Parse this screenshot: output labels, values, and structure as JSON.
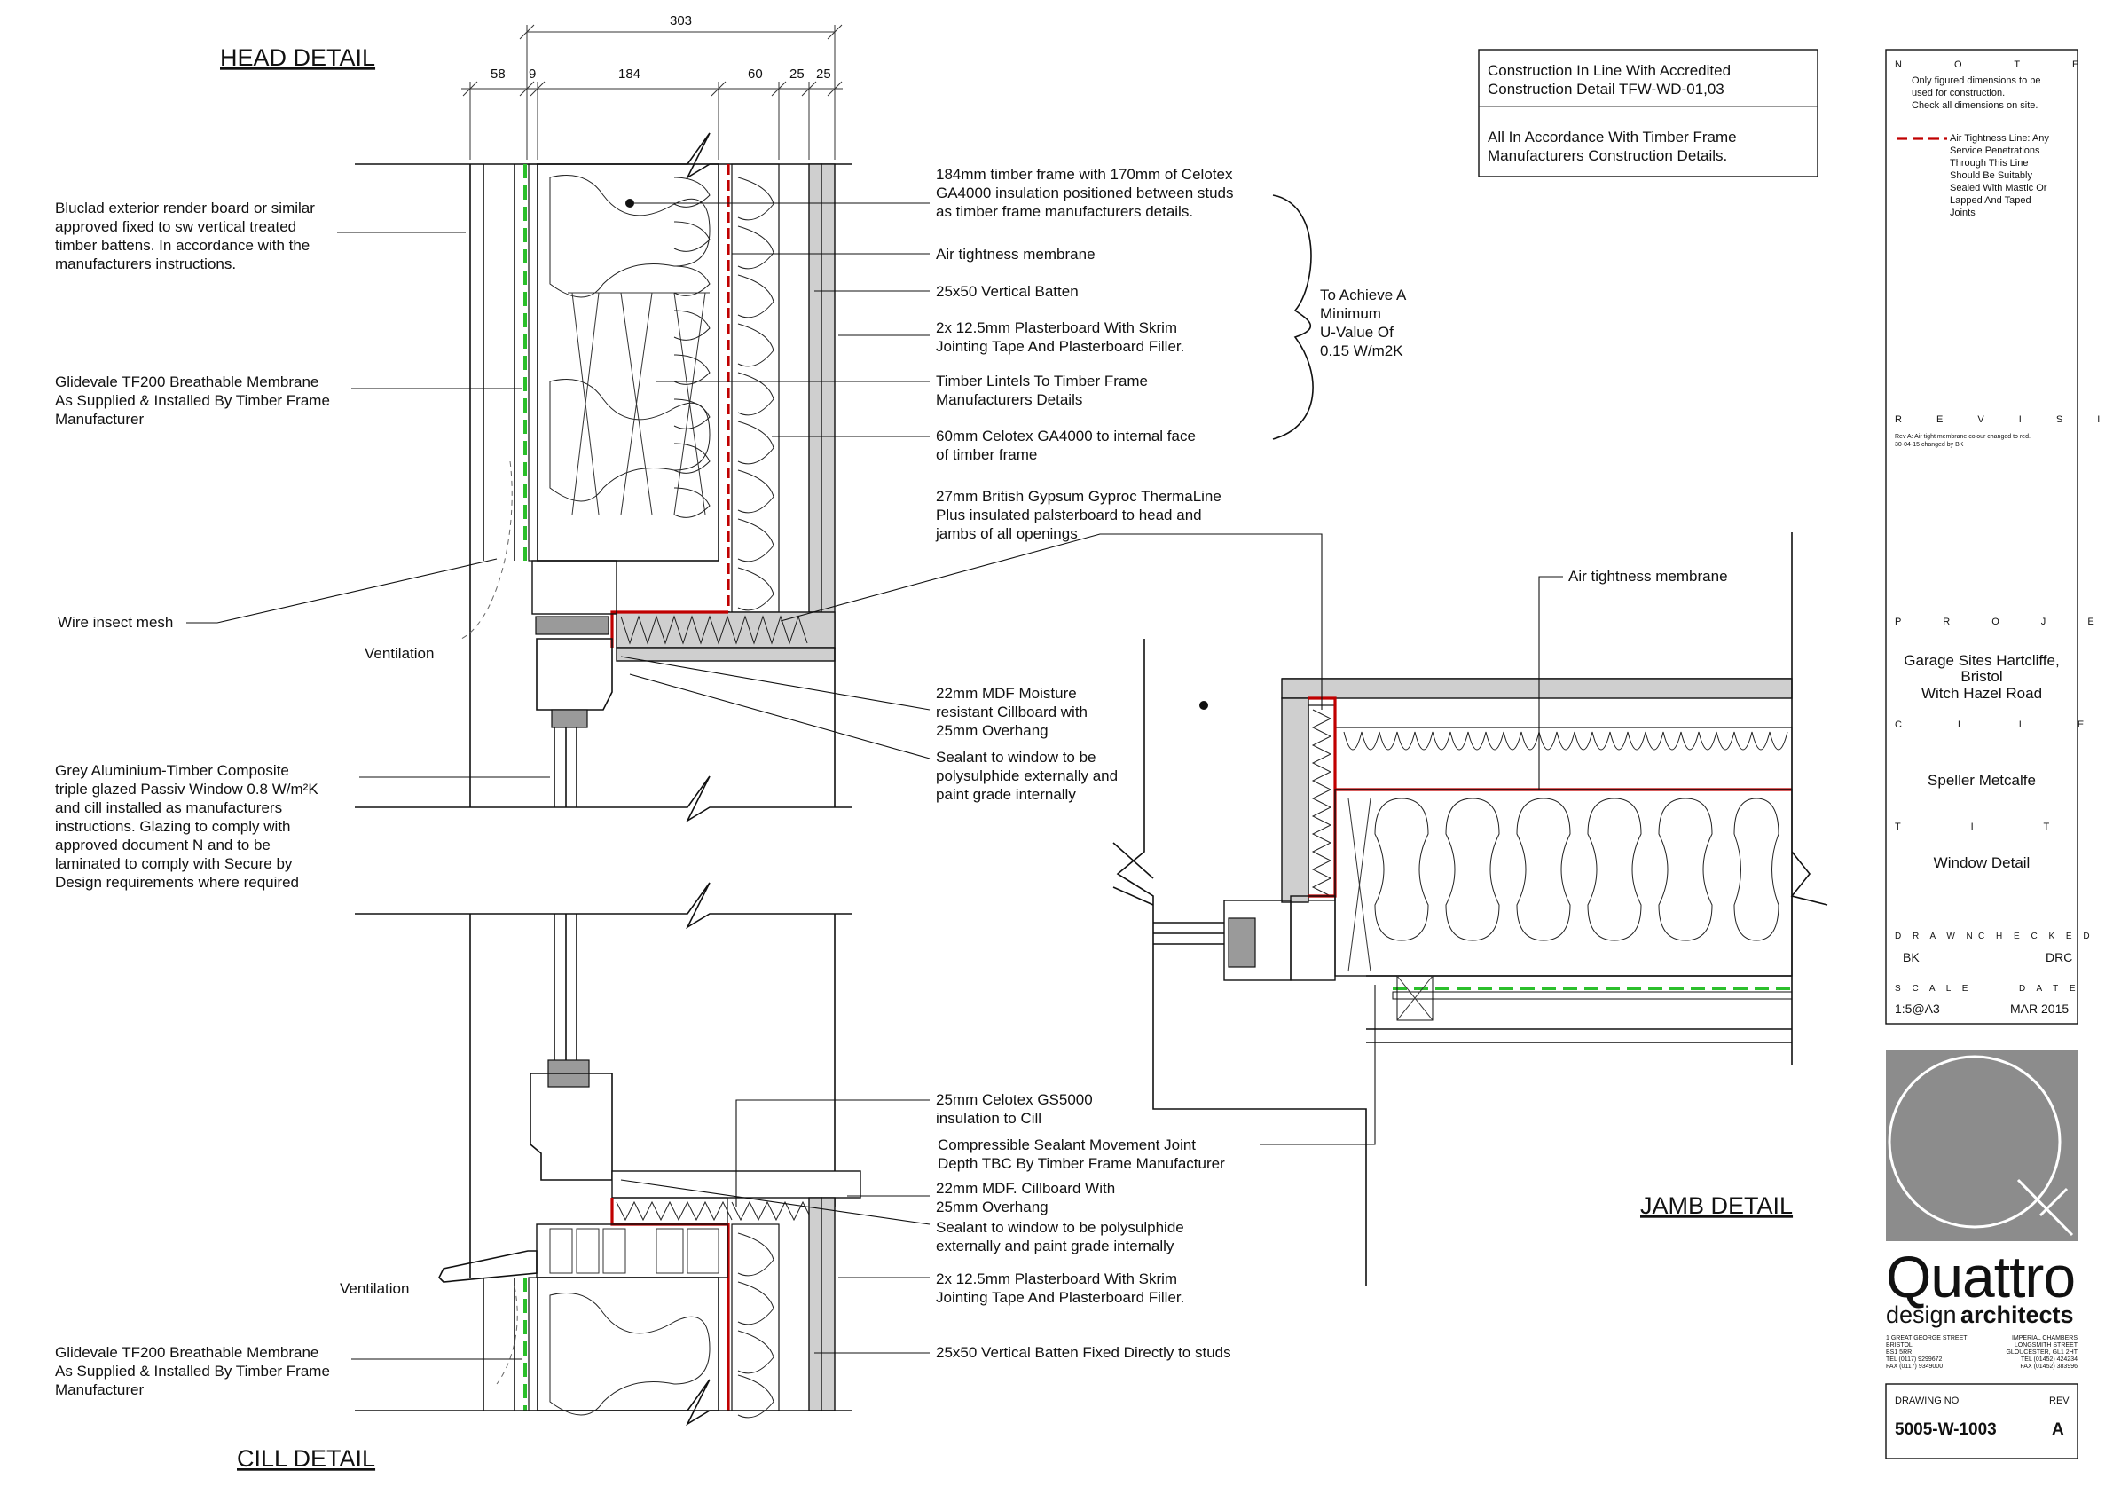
{
  "titles": {
    "head": "HEAD DETAIL",
    "cill": "CILL DETAIL",
    "jamb": "JAMB DETAIL"
  },
  "dimensions": {
    "overall": "303",
    "segments": [
      "58",
      "9",
      "184",
      "60",
      "25",
      "25"
    ]
  },
  "head_labels": {
    "bluclad": [
      "Bluclad exterior render board or similar",
      "approved fixed to sw vertical treated",
      "timber battens. In accordance with the",
      "manufacturers instructions."
    ],
    "glidevale": [
      "Glidevale TF200 Breathable Membrane",
      "As Supplied & Installed By Timber Frame",
      "Manufacturer"
    ],
    "wire_mesh": "Wire insect mesh",
    "ventilation": "Ventilation",
    "window": [
      "Grey Aluminium-Timber Composite",
      "triple glazed Passiv Window 0.8 W/m²K",
      "and cill installed as manufacturers",
      "instructions. Glazing to comply with",
      "approved document N and to be",
      "laminated to comply with Secure by",
      "Design requirements where required"
    ],
    "timber_frame": [
      "184mm timber frame with 170mm of Celotex",
      "GA4000 insulation positioned between studs",
      "as timber frame manufacturers details."
    ],
    "air_tightness": "Air tightness membrane",
    "batten": "25x50 Vertical Batten",
    "plasterboard": [
      "2x  12.5mm  Plasterboard  With  Skrim",
      "Jointing Tape And Plasterboard Filler."
    ],
    "lintels": [
      "Timber Lintels To Timber Frame",
      "Manufacturers Details"
    ],
    "celotex60": [
      "60mm  Celotex  GA4000  to  internal  face",
      "of timber frame"
    ],
    "gyproc": [
      "27mm British Gypsum Gyproc ThermaLine",
      "Plus insulated palsterboard to head and",
      "jambs of all openings"
    ],
    "mdf": [
      "22mm MDF Moisture",
      "resistant Cillboard with",
      "25mm Overhang"
    ],
    "sealant": [
      "Sealant to window to be",
      "polysulphide externally and",
      "paint grade internally"
    ],
    "u_value": [
      "To Achieve A",
      "Minimum",
      "U-Value    Of",
      "0.15 W/m2K"
    ]
  },
  "cill_labels": {
    "ventilation": "Ventilation",
    "glidevale": [
      "Glidevale TF200 Breathable Membrane",
      "As Supplied & Installed By Timber Frame",
      "Manufacturer"
    ],
    "celotex": [
      "25mm Celotex GS5000",
      "insulation to Cill"
    ],
    "compressible": [
      "Compressible Sealant  Movement Joint",
      "Depth TBC By Timber Frame Manufacturer"
    ],
    "mdf": [
      "22mm MDF. Cillboard With",
      "25mm Overhang"
    ],
    "sealant": [
      "Sealant to window to be polysulphide",
      "externally and paint grade internally"
    ],
    "plasterboard": [
      "2x  12.5mm  Plasterboard  With  Skrim",
      "Jointing Tape And Plasterboard Filler."
    ],
    "batten": "25x50 Vertical Batten Fixed Directly to studs"
  },
  "jamb_labels": {
    "air_tightness": "Air tightness membrane"
  },
  "construction_box": {
    "line1": [
      "Construction In Line With Accredited",
      "Construction Detail TFW-WD-01,03"
    ],
    "line2": [
      "All  In  Accordance  With  Timber  Frame",
      "Manufacturers Construction Details."
    ]
  },
  "title_block": {
    "notes_heading": "N O T E S",
    "notes_text": [
      "Only figured dimensions to be",
      "used for construction.",
      "Check all dimensions on site."
    ],
    "legend_text": [
      "Air Tightness Line: Any",
      "Service Penetrations",
      "Through This Line",
      "Should Be Suitably",
      "Sealed With Mastic Or",
      "Lapped And Taped",
      "Joints"
    ],
    "revisions_heading": "R E V I S I O N S",
    "revision_text": [
      "Rev A: Air tight membrane colour changed to red.",
      "30-04-15 changed by BK"
    ],
    "project_heading": "P R O J E C T",
    "project": [
      "Garage Sites Hartcliffe,",
      "Bristol",
      "Witch Hazel Road"
    ],
    "client_heading": "C L I E N T",
    "client": "Speller Metcalfe",
    "title_heading": "T I T L E",
    "title": "Window Detail",
    "drawn_heading": "D R A W N",
    "checked_heading": "C H E C K E D",
    "drawn": "BK",
    "checked": "DRC",
    "scale_heading": "S C A L E",
    "date_heading": "D A T E",
    "scale": "1:5@A3",
    "date": "MAR 2015",
    "company": "Quattro",
    "company_sub_light": "design",
    "company_sub_bold": "architects",
    "address_left": [
      "1 GREAT GEORGE STREET",
      "BRISTOL",
      "BS1 5RR",
      "TEL (0117) 9299672",
      "FAX (0117) 9349000"
    ],
    "address_right": [
      "IMPERIAL CHAMBERS",
      "LONGSMITH STREET",
      "GLOUCESTER, GL1 2HT",
      "TEL (01452) 424234",
      "FAX (01452) 383996"
    ],
    "drawing_no_label": "DRAWING NO",
    "rev_label": "REV",
    "drawing_no": "5005-W-1003",
    "rev": "A"
  },
  "colors": {
    "air_tightness_line": "#c00000",
    "breathable_membrane": "#2bbf2b",
    "material_grey": "#cfcfcf",
    "logo_grey": "#8c8c8c"
  }
}
